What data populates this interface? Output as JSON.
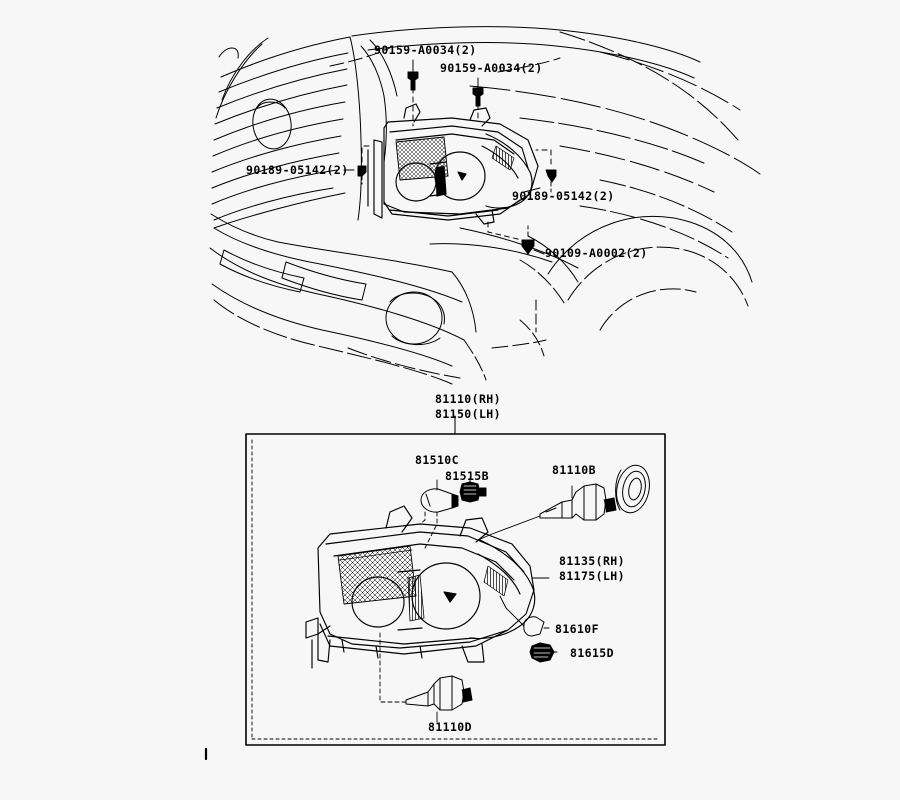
{
  "diagram": {
    "title_group": "Headlamp assembly exploded parts diagram",
    "background_color": "#f7f7f7",
    "line_color": "#000000"
  },
  "vehicle_view": {
    "name": "front-end-vehicle-illustration",
    "description": "Front three-quarter view of truck front end showing grille, bumper, fog lamp opening, hood, fender and installed headlamp",
    "callouts": [
      {
        "id": "clip-upper-left",
        "text": "90159-A0034(2)"
      },
      {
        "id": "clip-upper-right",
        "text": "90159-A0034(2)"
      },
      {
        "id": "clip-left",
        "text": "90189-05142(2)"
      },
      {
        "id": "clip-right",
        "text": "90189-05142(2)"
      },
      {
        "id": "clip-lower",
        "text": "90109-A0002(2)"
      }
    ]
  },
  "exploded_view": {
    "name": "headlamp-exploded-panel",
    "assembly_label_line1": "81110(RH)",
    "assembly_label_line2": "81150(LH)",
    "parts": [
      {
        "id": "81510C",
        "text": "81510C",
        "desc": "turn signal bulb"
      },
      {
        "id": "81515B",
        "text": "81515B",
        "desc": "turn signal bulb socket"
      },
      {
        "id": "81110B",
        "text": "81110B",
        "desc": "headlamp bulb with socket"
      },
      {
        "id": "81135",
        "text": "81135(RH)",
        "desc": "headlamp lens and body right hand"
      },
      {
        "id": "81175",
        "text": "81175(LH)",
        "desc": "headlamp lens and body left hand"
      },
      {
        "id": "81610F",
        "text": "81610F",
        "desc": "parking light bulb"
      },
      {
        "id": "81615D",
        "text": "81615D",
        "desc": "parking light bulb socket"
      },
      {
        "id": "81110D",
        "text": "81110D",
        "desc": "low beam halogen bulb"
      }
    ]
  }
}
